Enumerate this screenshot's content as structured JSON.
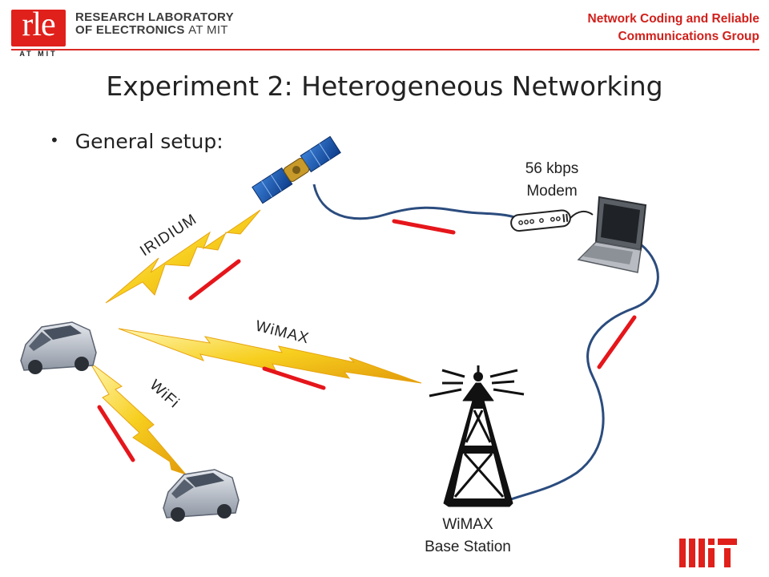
{
  "header": {
    "logo_text": "rle",
    "logo_subtext": "AT MIT",
    "lab_line1": "RESEARCH LABORATORY",
    "lab_line2_bold": "OF ELECTRONICS",
    "lab_line2_thin": "AT MIT",
    "group_line1": "Network Coding and Reliable",
    "group_line2": "Communications Group"
  },
  "title": "Experiment 2: Heterogeneous Networking",
  "bullet": "General setup:",
  "labels": {
    "iridium": "IRIDIUM",
    "wimax": "WiMAX",
    "wifi": "WiFi",
    "modem_line1": "56 kbps",
    "modem_line2": "Modem",
    "station_line1": "WiMAX",
    "station_line2": "Base Station"
  },
  "colors": {
    "brand_red": "#e0201b",
    "arrow_red": "#e5161b",
    "cable_blue": "#2b4c7e",
    "bolt_yellow": "#f5c518"
  }
}
